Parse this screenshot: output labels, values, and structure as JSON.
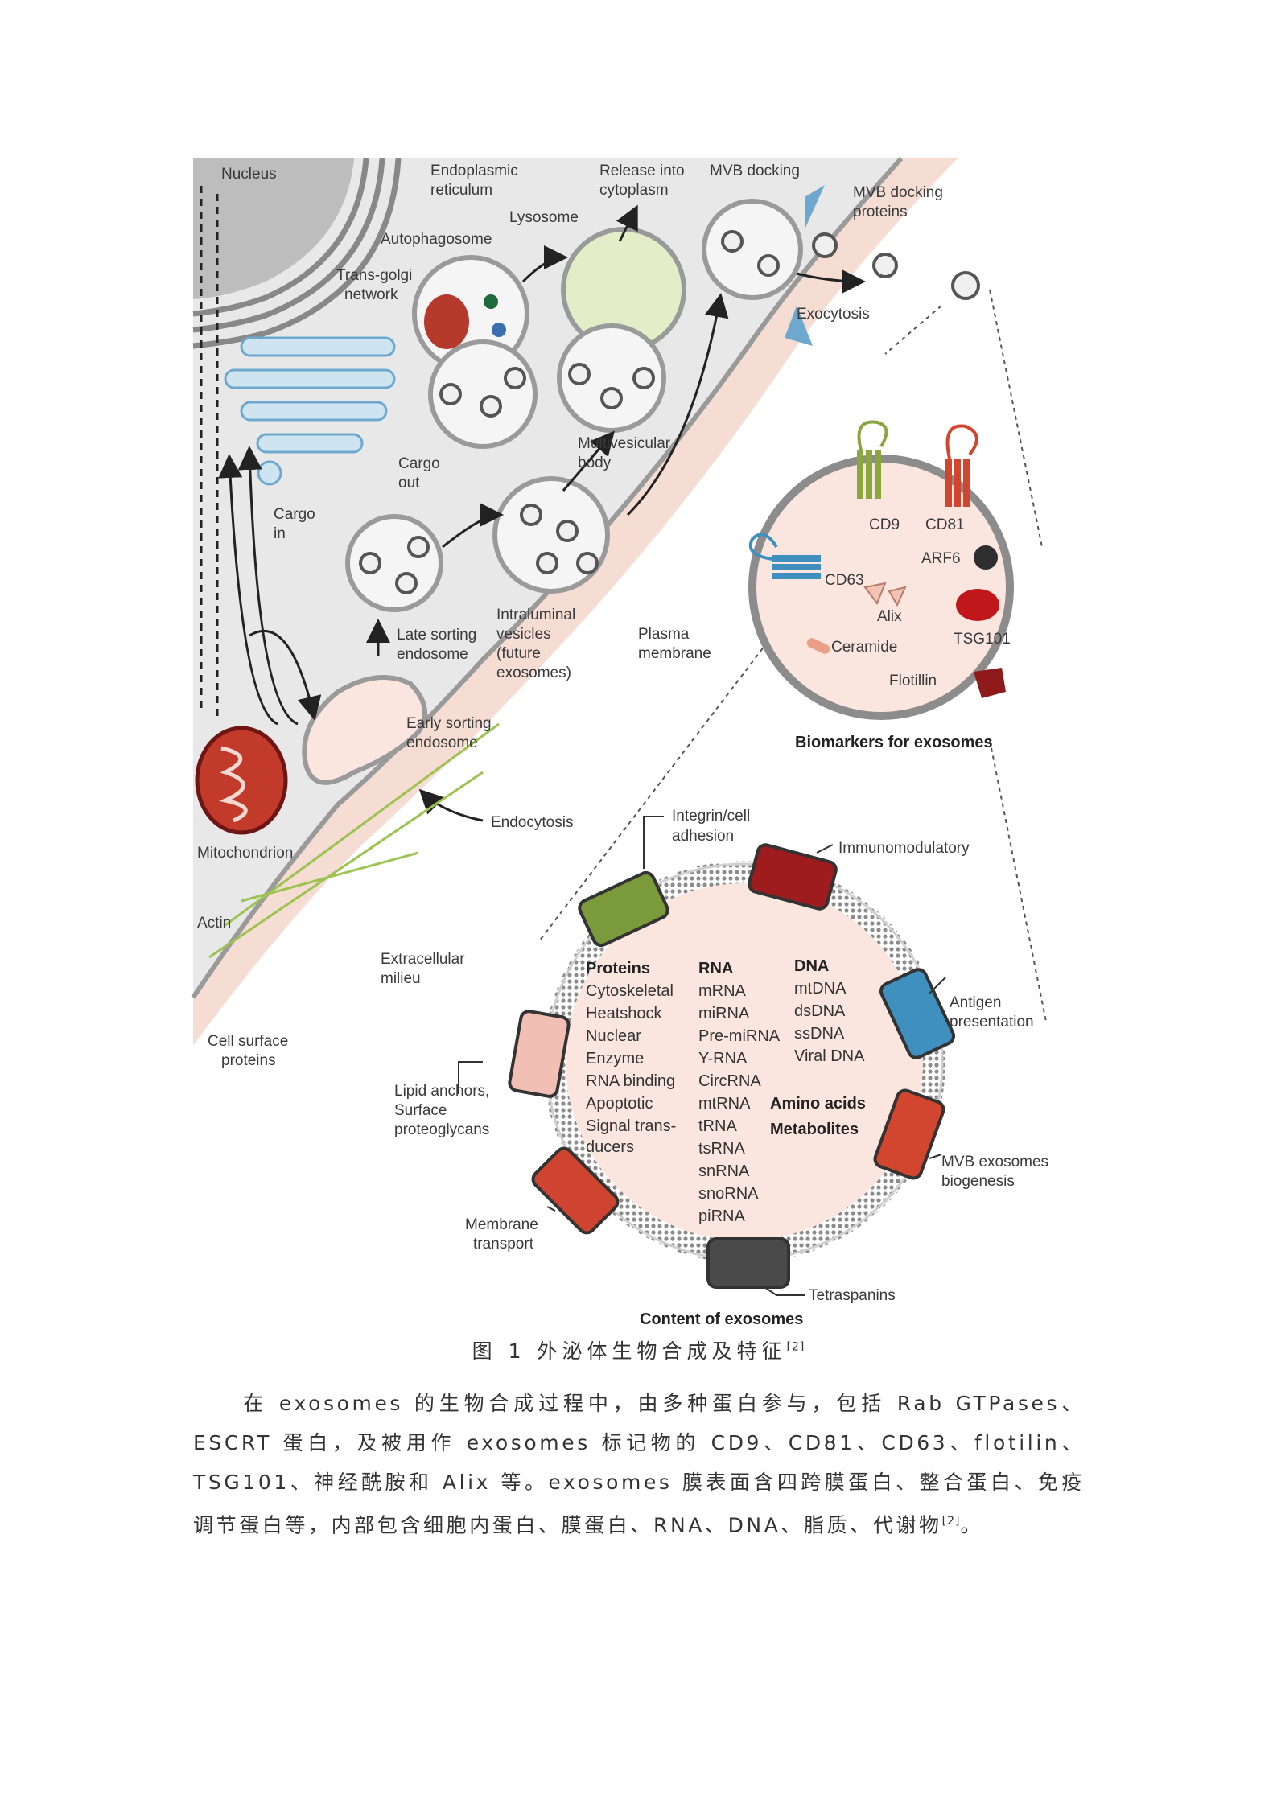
{
  "figure": {
    "cell_labels": {
      "nucleus": "Nucleus",
      "er": [
        "Endoplasmic",
        "reticulum"
      ],
      "release": [
        "Release into",
        "cytoplasm"
      ],
      "mvb_docking": "MVB docking",
      "mvb_docking_proteins": [
        "MVB docking",
        "proteins"
      ],
      "lysosome": "Lysosome",
      "autophagosome": "Autophagosome",
      "trans_golgi": [
        "Trans-golgi",
        "network"
      ],
      "exocytosis": "Exocytosis",
      "cargo_out": [
        "Cargo",
        "out"
      ],
      "cargo_in": [
        "Cargo",
        "in"
      ],
      "mvb": [
        "Multivesicular",
        "body"
      ],
      "late_sorting": [
        "Late sorting",
        "endosome"
      ],
      "ilv": [
        "Intraluminal",
        "vesicles",
        "(future",
        "exosomes)"
      ],
      "plasma_membrane": [
        "Plasma",
        "membrane"
      ],
      "early_sorting": [
        "Early sorting",
        "endosome"
      ],
      "mitochondrion": "Mitochondrion",
      "endocytosis": "Endocytosis",
      "actin": "Actin",
      "extracellular": [
        "Extracellular",
        "milieu"
      ],
      "cell_surface": [
        "Cell surface",
        "proteins"
      ]
    },
    "biomarkers": {
      "title": "Biomarkers for exosomes",
      "cd9": "CD9",
      "cd81": "CD81",
      "arf6": "ARF6",
      "cd63": "CD63",
      "alix": "Alix",
      "tsg101": "TSG101",
      "ceramide": "Ceramide",
      "flotillin": "Flotillin"
    },
    "content": {
      "title": "Content of exosomes",
      "integrin": [
        "Integrin/cell",
        "adhesion"
      ],
      "immunomodulatory": "Immunomodulatory",
      "antigen": [
        "Antigen",
        "presentation"
      ],
      "mvb_biogenesis": [
        "MVB exosomes",
        "biogenesis"
      ],
      "tetraspanins": "Tetraspanins",
      "membrane_transport": [
        "Membrane",
        "transport"
      ],
      "lipid_anchors": [
        "Lipid anchors,",
        "Surface",
        "proteoglycans"
      ],
      "proteins_head": "Proteins",
      "proteins": [
        "Cytoskeletal",
        "Heatshock",
        "Nuclear",
        "Enzyme",
        "RNA binding",
        "Apoptotic",
        "Signal trans-",
        "ducers"
      ],
      "rna_head": "RNA",
      "rna": [
        "mRNA",
        "miRNA",
        "Pre-miRNA",
        "Y-RNA",
        "CircRNA",
        "mtRNA",
        "tRNA",
        "tsRNA",
        "snRNA",
        "snoRNA",
        "piRNA"
      ],
      "dna_head": "DNA",
      "dna": [
        "mtDNA",
        "dsDNA",
        "ssDNA",
        "Viral DNA"
      ],
      "amino_acids": "Amino acids",
      "metabolites": "Metabolites"
    },
    "colors": {
      "integrin": "#7a9a3c",
      "immunomodulatory": "#9e1b1e",
      "antigen": "#3f8fbf",
      "mvb_biogenesis": "#d2452f",
      "tetraspanins": "#4a4a4a",
      "membrane_transport": "#cf4331",
      "lipid_anchors": "#f2bfb5"
    }
  },
  "caption": {
    "text": "图 1 外泌体生物合成及特征",
    "ref": "[2]"
  },
  "paragraph": {
    "text": "在 exosomes 的生物合成过程中，由多种蛋白参与，包括 Rab GTPases、ESCRT 蛋白，及被用作 exosomes 标记物的 CD9、CD81、CD63、flotilin、TSG101、神经酰胺和 Alix 等。exosomes 膜表面含四跨膜蛋白、整合蛋白、免疫调节蛋白等，内部包含细胞内蛋白、膜蛋白、RNA、DNA、脂质、代谢物",
    "ref": "[2]",
    "end": "。"
  }
}
